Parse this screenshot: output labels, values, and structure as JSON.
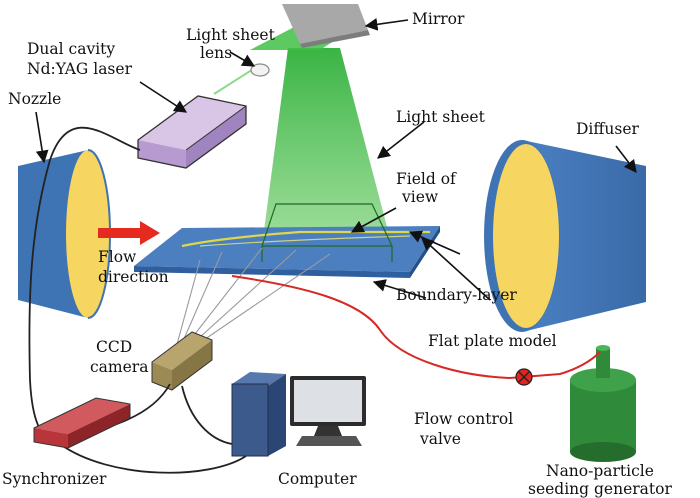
{
  "labels": {
    "mirror": "Mirror",
    "light_sheet_lens_1": "Light sheet",
    "light_sheet_lens_2": "lens",
    "laser_1": "Dual cavity",
    "laser_2": "Nd:YAG laser",
    "nozzle": "Nozzle",
    "light_sheet": "Light sheet",
    "diffuser": "Diffuser",
    "field_of_view_1": "Field of",
    "field_of_view_2": "view",
    "flow_direction_1": "Flow",
    "flow_direction_2": "direction",
    "boundary_layer": "Boundary-layer",
    "flat_plate_model": "Flat plate model",
    "ccd_camera_1": "CCD",
    "ccd_camera_2": "camera",
    "flow_control_valve_1": "Flow control",
    "flow_control_valve_2": "valve",
    "synchronizer": "Synchronizer",
    "computer": "Computer",
    "nano_particle_1": "Nano-particle",
    "nano_particle_2": "seeding generator"
  },
  "colors": {
    "nozzle_body": "#3f74b4",
    "nozzle_face": "#f7d561",
    "laser_top": "#d9c6e6",
    "laser_front": "#b69ad0",
    "laser_side": "#9f84bf",
    "mirror": "#a8a8a8",
    "light_sheet": "#49c14f",
    "plate": "#4b7fc0",
    "plate_dark": "#2f5f9e",
    "boundary_layer": "#ddd84a",
    "flow_arrow": "#e52a1f",
    "camera": "#9c8a55",
    "synchronizer": "#b8353a",
    "computer_tower": "#3c5a8c",
    "monitor": "#dde1e6",
    "seeder": "#2f8a3a",
    "tube": "#d62a27",
    "cable": "#222222"
  }
}
